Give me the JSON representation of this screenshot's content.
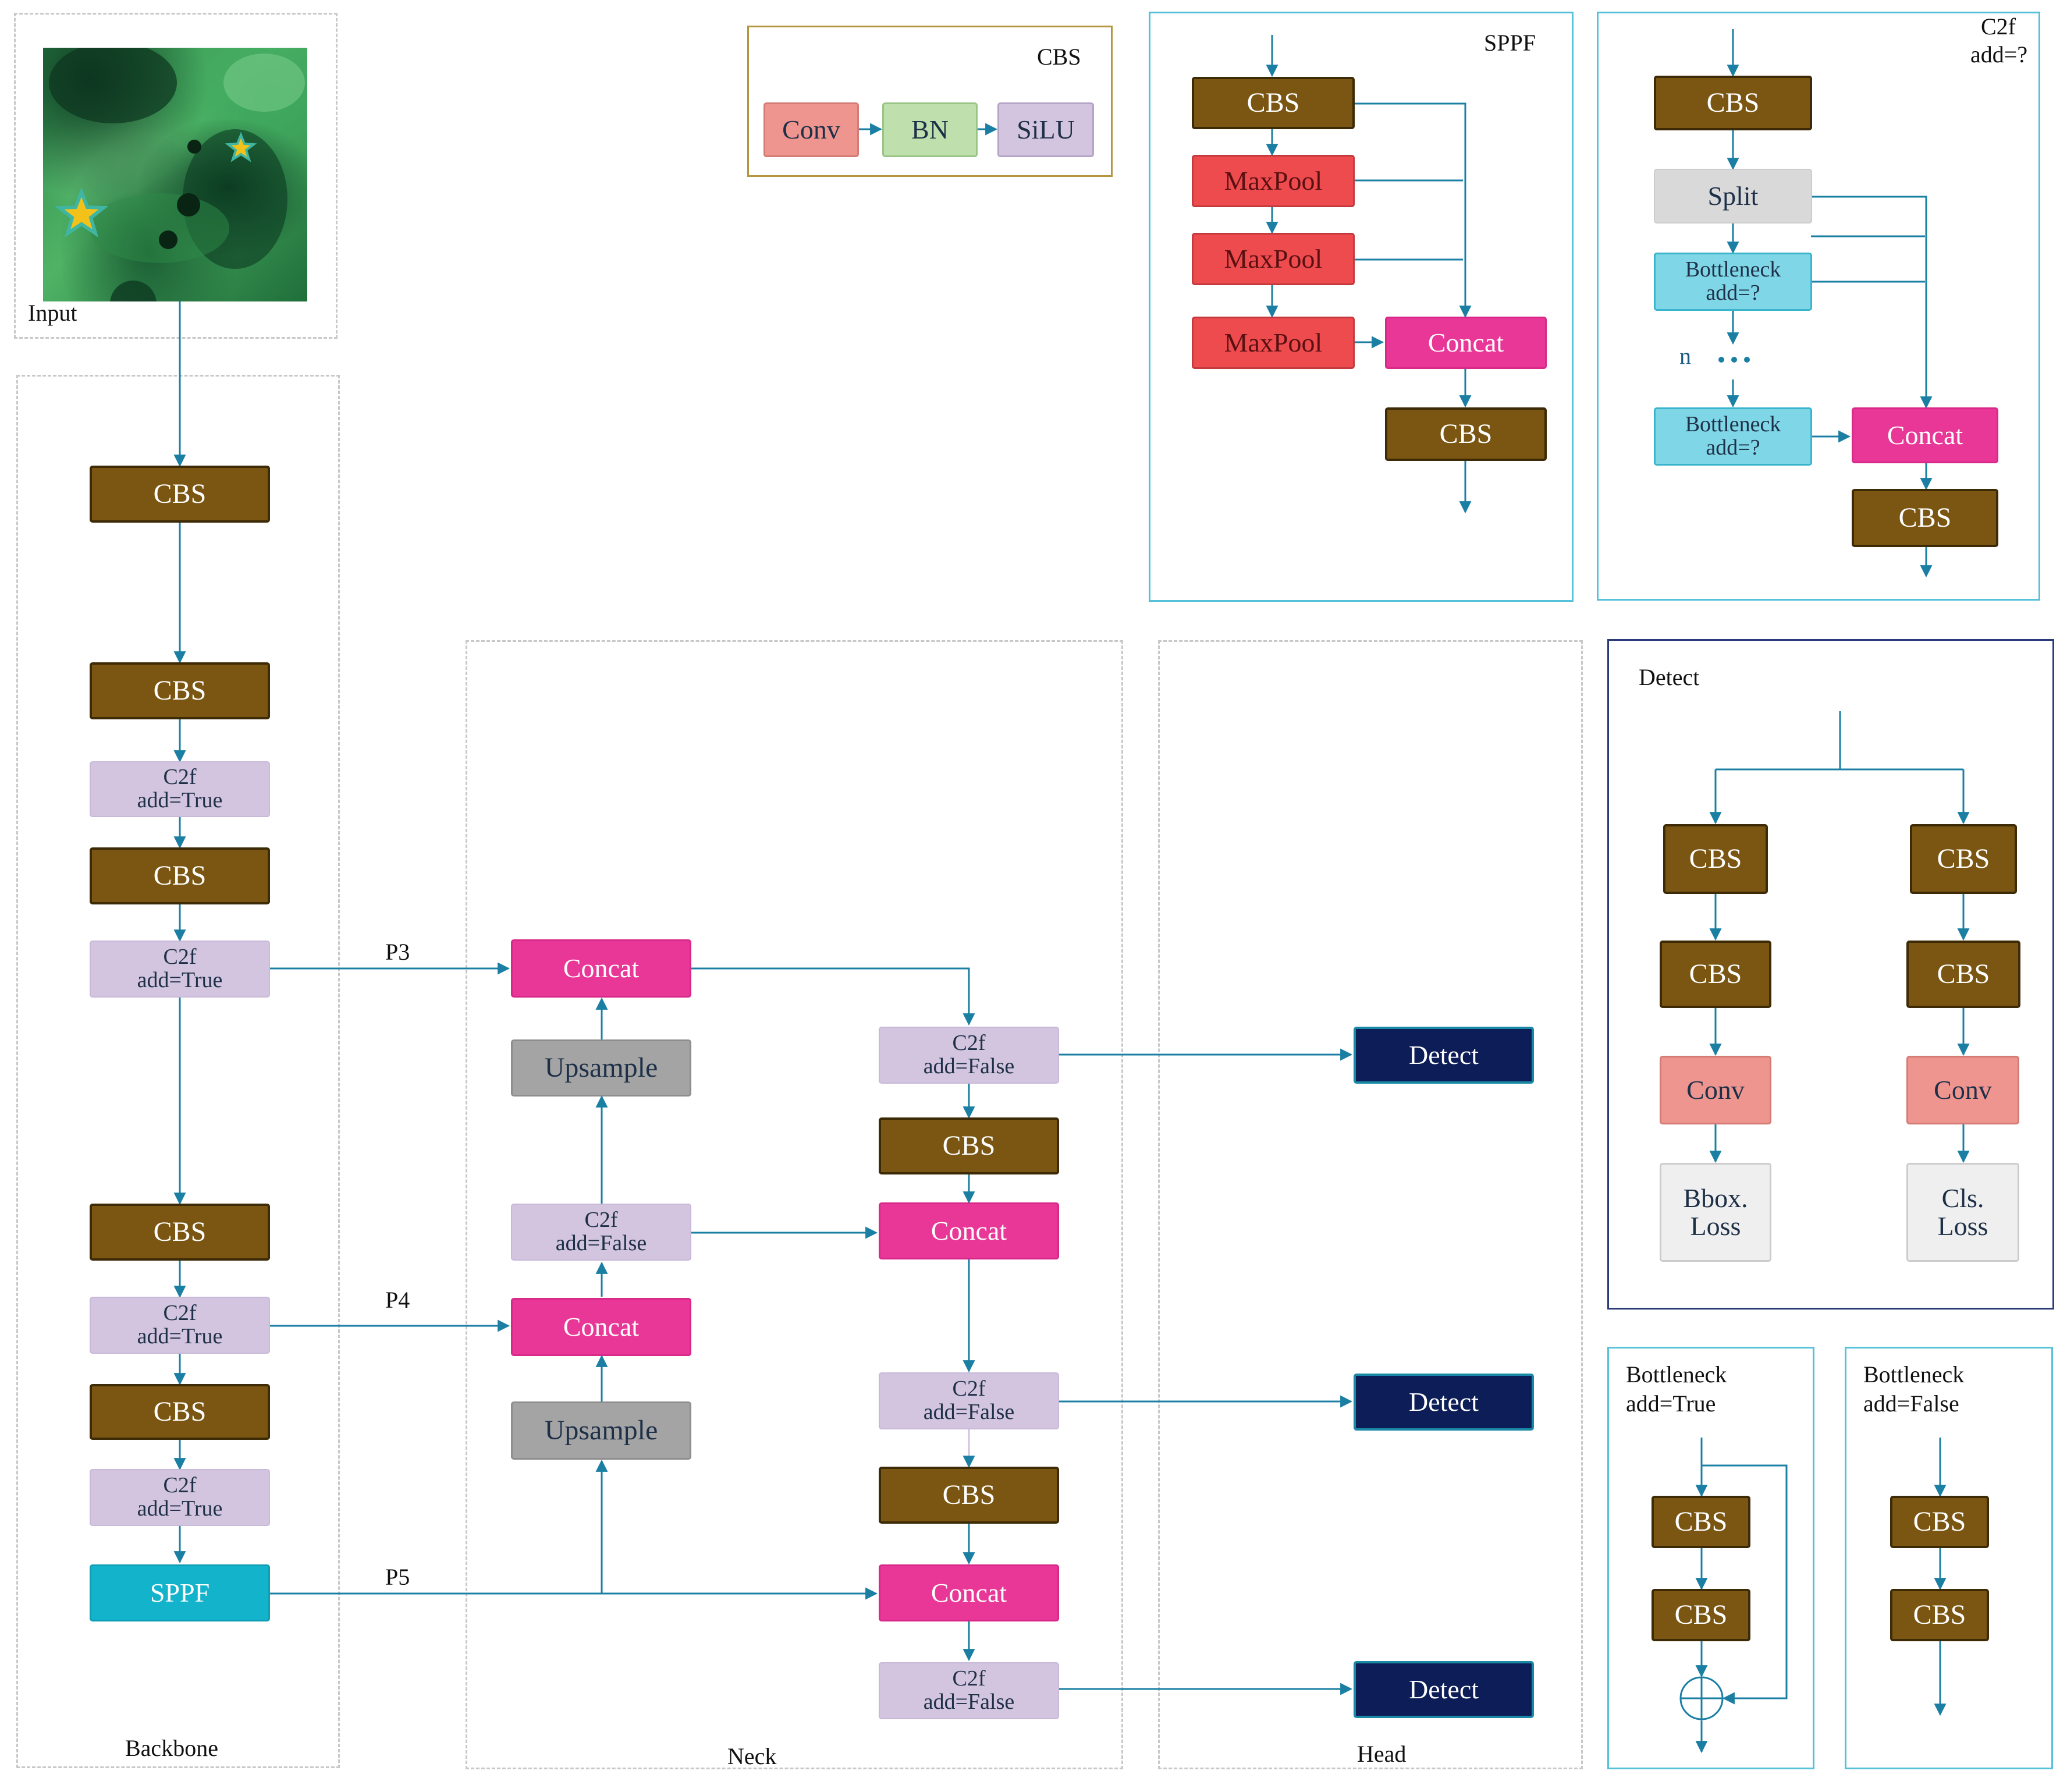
{
  "input": {
    "label": "Input"
  },
  "sections": {
    "backbone": "Backbone",
    "neck": "Neck",
    "head": "Head"
  },
  "backbone": {
    "cbs1": "CBS",
    "cbs2": "CBS",
    "c2f1_name": "C2f",
    "c2f1_add": "add=True",
    "cbs3": "CBS",
    "c2f2_name": "C2f",
    "c2f2_add": "add=True",
    "cbs4": "CBS",
    "c2f3_name": "C2f",
    "c2f3_add": "add=True",
    "cbs5": "CBS",
    "c2f4_name": "C2f",
    "c2f4_add": "add=True",
    "sppf": "SPPF"
  },
  "edges": {
    "p3": "P3",
    "p4": "P4",
    "p5": "P5"
  },
  "neck": {
    "concat_top": "Concat",
    "upsample_top": "Upsample",
    "c2f_mid_name": "C2f",
    "c2f_mid_add": "add=False",
    "concat_mid": "Concat",
    "upsample_bot": "Upsample",
    "c2f_r1_name": "C2f",
    "c2f_r1_add": "add=False",
    "cbs_r1": "CBS",
    "concat_r1": "Concat",
    "c2f_r2_name": "C2f",
    "c2f_r2_add": "add=False",
    "cbs_r2": "CBS",
    "concat_r2": "Concat",
    "c2f_r3_name": "C2f",
    "c2f_r3_add": "add=False"
  },
  "head": {
    "detect1": "Detect",
    "detect2": "Detect",
    "detect3": "Detect"
  },
  "cbs_legend": {
    "title": "CBS",
    "conv": "Conv",
    "bn": "BN",
    "silu": "SiLU"
  },
  "sppf_panel": {
    "title": "SPPF",
    "cbs_in": "CBS",
    "maxpool1": "MaxPool",
    "maxpool2": "MaxPool",
    "maxpool3": "MaxPool",
    "concat": "Concat",
    "cbs_out": "CBS"
  },
  "c2f_panel": {
    "title_line1": "C2f",
    "title_line2": "add=?",
    "cbs_in": "CBS",
    "split": "Split",
    "bottleneck1_name": "Bottleneck",
    "bottleneck1_add": "add=?",
    "repeat": "n",
    "bottleneck2_name": "Bottleneck",
    "bottleneck2_add": "add=?",
    "concat": "Concat",
    "cbs_out": "CBS"
  },
  "detect_panel": {
    "title": "Detect",
    "cbs_l1": "CBS",
    "cbs_l2": "CBS",
    "conv_l": "Conv",
    "bbox_line1": "Bbox.",
    "bbox_line2": "Loss",
    "cbs_r1": "CBS",
    "cbs_r2": "CBS",
    "conv_r": "Conv",
    "cls_line1": "Cls.",
    "cls_line2": "Loss"
  },
  "bottleneck_true": {
    "title_line1": "Bottleneck",
    "title_line2": "add=True",
    "cbs1": "CBS",
    "cbs2": "CBS"
  },
  "bottleneck_false": {
    "title_line1": "Bottleneck",
    "title_line2": "add=False",
    "cbs1": "CBS",
    "cbs2": "CBS"
  },
  "colors": {
    "wire": "#1a7fa3",
    "cbs": "#7a5612",
    "c2f": "#d3c5df",
    "concat": "#e83797",
    "upsample": "#a4a4a4",
    "sppf": "#13b3cb",
    "detect": "#0d1d57",
    "maxpool": "#ee4b4f",
    "bottleneck": "#7fd6e6"
  }
}
